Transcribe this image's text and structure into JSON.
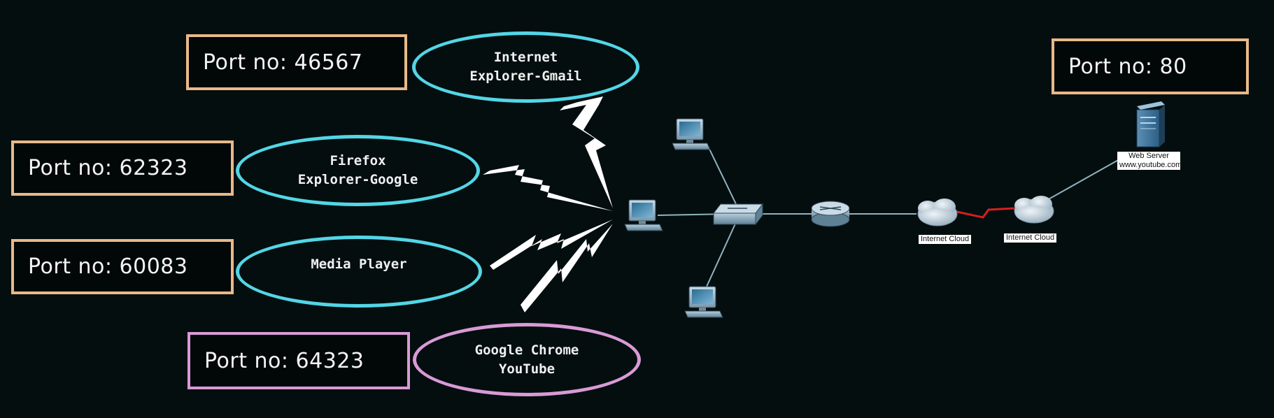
{
  "colors": {
    "background": "#040e0f",
    "port_border": "#e8b98a",
    "chrome_border": "#d99ad6",
    "app_ellipse_border": "#53d6e6",
    "serial_link": "#d42020",
    "network_link": "#8fb3bf"
  },
  "ports": {
    "gmail": "Port no: 46567",
    "google": "Port no: 62323",
    "media": "Port no: 60083",
    "youtube": "Port no: 64323",
    "server": "Port no: 80"
  },
  "apps": {
    "gmail": [
      "Internet",
      "Explorer-Gmail"
    ],
    "google": [
      "Firefox",
      "Explorer-Google"
    ],
    "media": [
      "Media Player"
    ],
    "youtube": [
      "Google Chrome",
      "YouTube"
    ]
  },
  "network": {
    "web_server_label": [
      "Web Server",
      "www.youtube.com"
    ],
    "cloud_left_label": "Internet Cloud",
    "cloud_right_label": "Internet Cloud",
    "icons": [
      "computer-icon",
      "switch-icon",
      "router-icon",
      "cloud-icon",
      "server-icon",
      "lightning-bolt-icon"
    ]
  }
}
